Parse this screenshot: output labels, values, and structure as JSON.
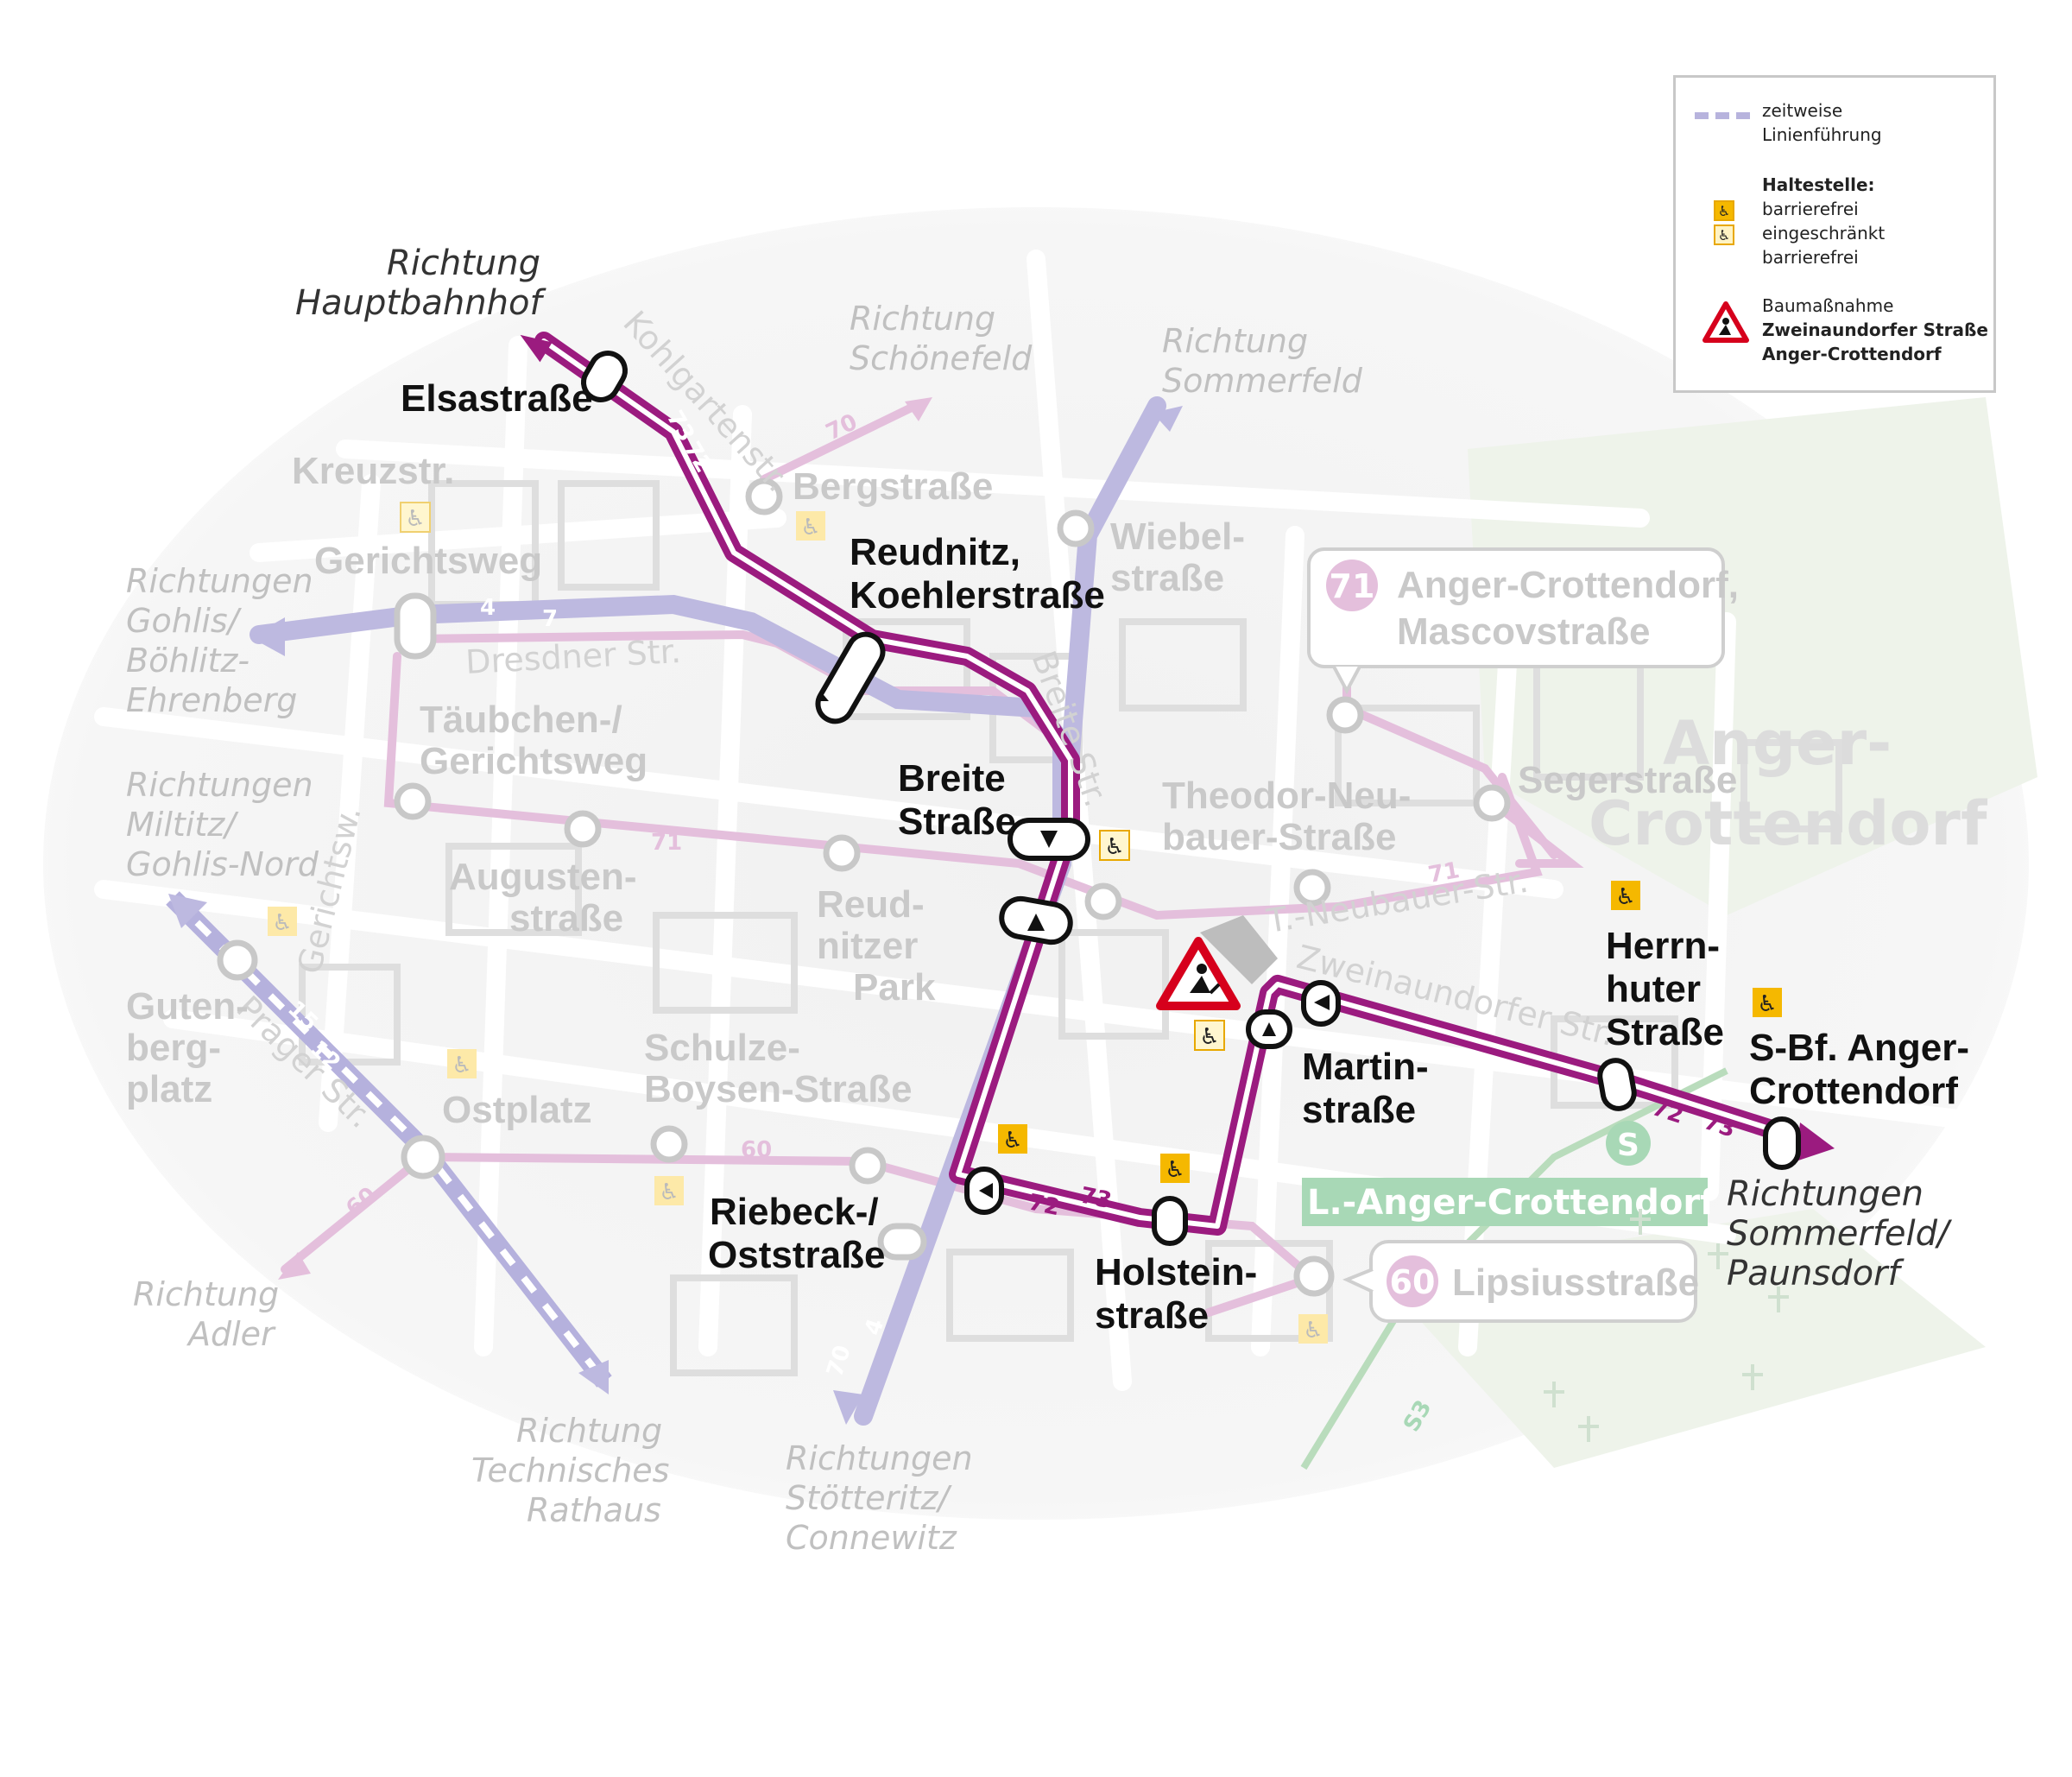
{
  "legend": {
    "temporary_route": [
      "zeitweise",
      "Linienführung"
    ],
    "stop_heading": "Haltestelle:",
    "accessible": "barrierefrei",
    "limited_accessible": [
      "eingeschränkt",
      "barrierefrei"
    ],
    "construction_heading": "Baumaßnahme",
    "construction_lines": [
      "Zweinaundorfer Straße",
      "Anger-Crottendorf"
    ]
  },
  "colors": {
    "detour_line": "#9b1b7f",
    "tram_line_light": "#e0b8d8",
    "tram_line_blue": "#b7b3dd",
    "temporary_dashed": "#b7b3dd",
    "rail_green": "#9fd0a8",
    "construction_sign": "#d6001c",
    "accessible_yellow": "#f5b800"
  },
  "directions": {
    "hauptbahnhof": [
      "Richtung",
      "Hauptbahnhof"
    ],
    "schoenefeld": [
      "Richtung",
      "Schönefeld"
    ],
    "sommerfeld": [
      "Richtung",
      "Sommerfeld"
    ],
    "gohlis_boehlitz": [
      "Richtungen",
      "Gohlis/",
      "Böhlitz-",
      "Ehrenberg"
    ],
    "miltitz_gohlis": [
      "Richtungen",
      "Miltitz/",
      "Gohlis-Nord"
    ],
    "adler": [
      "Richtung",
      "Adler"
    ],
    "technisches_rathaus": [
      "Richtung",
      "Technisches",
      "Rathaus"
    ],
    "stoetteritz_connewitz": [
      "Richtungen",
      "Stötteritz/",
      "Connewitz"
    ],
    "sommerfeld_paunsdorf": [
      "Richtungen",
      "Sommerfeld/",
      "Paunsdorf"
    ]
  },
  "stops_active": {
    "elsastrasse": [
      "Elsastraße"
    ],
    "reudnitz_koehlerstrasse": [
      "Reudnitz,",
      "Koehlerstraße"
    ],
    "breite_strasse": [
      "Breite",
      "Straße"
    ],
    "riebeck_oststrasse": [
      "Riebeck-/",
      "Oststraße"
    ],
    "holsteinstrasse": [
      "Holstein-",
      "straße"
    ],
    "martinstrasse": [
      "Martin-",
      "straße"
    ],
    "herrnhuter_strasse": [
      "Herrn-",
      "huter",
      "Straße"
    ],
    "sbf_anger_crottendorf": [
      "S-Bf. Anger-",
      "Crottendorf"
    ]
  },
  "stops_inactive": {
    "kreuzstr": [
      "Kreuzstr."
    ],
    "bergstrasse": [
      "Bergstraße"
    ],
    "gerichtsweg": [
      "Gerichtsweg"
    ],
    "wiebelstrasse": [
      "Wiebel-",
      "straße"
    ],
    "taeubchen_gerichtsweg": [
      "Täubchen-/",
      "Gerichtsweg"
    ],
    "augustenstrasse": [
      "Augusten-",
      "straße"
    ],
    "reudnitzer_park": [
      "Reud-",
      "nitzer",
      "Park"
    ],
    "theodor_neubauer_strasse": [
      "Theodor-Neu-",
      "bauer-Straße"
    ],
    "segerstrasse": [
      "Segerstraße"
    ],
    "gutenbergplatz": [
      "Guten-",
      "berg-",
      "platz"
    ],
    "ostplatz": [
      "Ostplatz"
    ],
    "schulze_boysen_strasse": [
      "Schulze-",
      "Boysen-Straße"
    ]
  },
  "streets": {
    "kohlgartenstr": "Kohlgartenstr.",
    "dresdner_str": "Dresdner Str.",
    "breite_str": "Breite Str.",
    "gerichtsw": "Gerichtsw.",
    "prager_str": "Prager Str.",
    "t_neubauer_str": "T.-Neubauer-Str.",
    "zweinaundorfer_str": "Zweinaundorfer Str.",
    "s3": "S3"
  },
  "districts": {
    "anger_crottendorf": [
      "Anger-",
      "Crottendorf"
    ]
  },
  "badges": {
    "line71": {
      "number": "71",
      "label": [
        "Anger-Crottendorf,",
        "Mascovstraße"
      ]
    },
    "line60": {
      "number": "60",
      "label": [
        "Lipsiusstraße"
      ]
    },
    "sbahn_station": "L.-Anger-Crottendorf",
    "sbahn_symbol": "S"
  },
  "line_numbers": {
    "n73a": "73",
    "n72a": "72",
    "n70a": "70",
    "n4a": "4",
    "n7a": "7",
    "n71a": "71",
    "n71b": "71",
    "n60a": "60",
    "n60b": "60",
    "n72b": "72",
    "n73b": "73",
    "n72c": "72",
    "n73c": "73",
    "n15a": "15",
    "n12a": "12",
    "n70b": "70",
    "n4b": "4"
  }
}
